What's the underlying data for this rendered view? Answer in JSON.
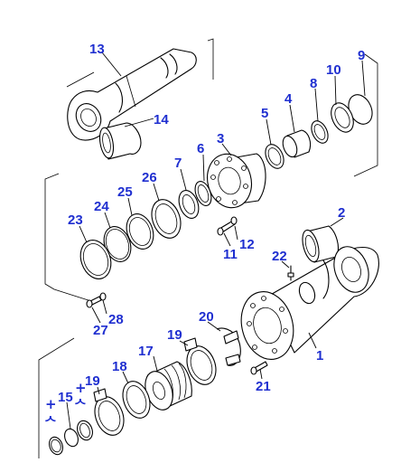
{
  "labels": {
    "part_1": "1",
    "part_2": "2",
    "part_3": "3",
    "part_4": "4",
    "part_5": "5",
    "part_6": "6",
    "part_7": "7",
    "part_8": "8",
    "part_9": "9",
    "part_10": "10",
    "part_11": "11",
    "part_12": "12",
    "part_13": "13",
    "part_14": "14",
    "part_15": "15",
    "part_17": "17",
    "part_18": "18",
    "part_19a": "19",
    "part_19b": "19",
    "part_20": "20",
    "part_21": "21",
    "part_22": "22",
    "part_23": "23",
    "part_24": "24",
    "part_25": "25",
    "part_26": "26",
    "part_27": "27",
    "part_28": "28"
  },
  "marks": {
    "plus_a": "+",
    "plus_b": "+",
    "ast_a": "ᄉ",
    "ast_b": "ᄉ"
  },
  "colors": {
    "label": "#1f2fd0",
    "line": "#000000"
  }
}
